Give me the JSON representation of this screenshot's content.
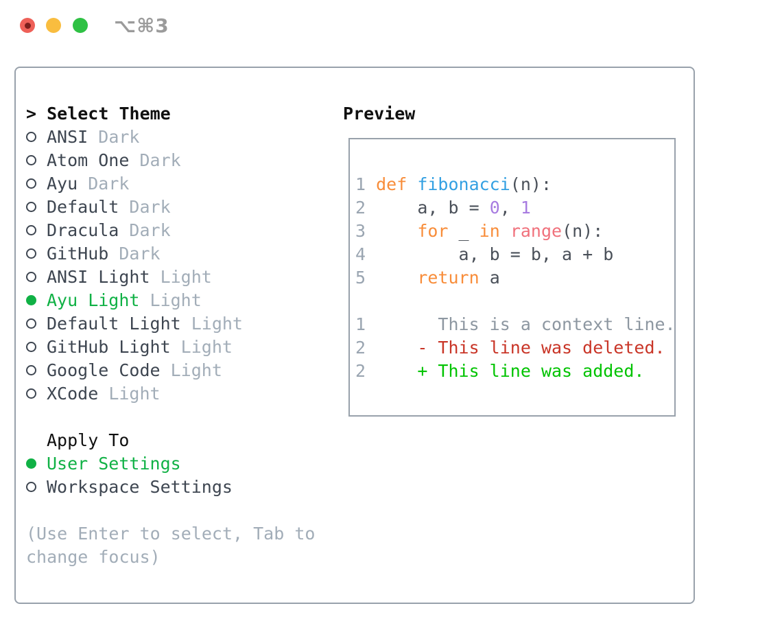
{
  "window": {
    "shortcut": "⌥⌘3"
  },
  "palette": {
    "heading_black": "#101010",
    "fg": "#3e4651",
    "code_fg": "#4a5059",
    "muted": "#a2adb8",
    "line_number": "#9aa5b1",
    "context_gray": "#8d97a1",
    "selection_green": "#10b145",
    "diff_added_green": "#00c300",
    "diff_deleted_red": "#c93527",
    "keyword_orange": "#f88d3a",
    "function_blue": "#33a0e2",
    "number_purple": "#a77be0",
    "builtin_coral": "#f0717c",
    "border_gray": "#98a1ab",
    "titlebar_text": "#9b9b9b",
    "traffic_red": "#ee6058",
    "traffic_red_dot": "#7c1f1c",
    "traffic_yellow": "#f9bd3f",
    "traffic_green": "#2fc144"
  },
  "theme_picker": {
    "rows": [
      {
        "name": "select-theme-header",
        "interactable": false,
        "tokens": [
          {
            "t": "> Select Theme",
            "c": "heading"
          }
        ]
      },
      {
        "name": "theme-option-ansi-dark",
        "interactable": true,
        "tokens": [
          {
            "i": "ring"
          },
          {
            "t": "ANSI ",
            "c": "fg"
          },
          {
            "t": "Dark",
            "c": "muted"
          }
        ]
      },
      {
        "name": "theme-option-atom-one-dark",
        "interactable": true,
        "tokens": [
          {
            "i": "ring"
          },
          {
            "t": "Atom One ",
            "c": "fg"
          },
          {
            "t": "Dark",
            "c": "muted"
          }
        ]
      },
      {
        "name": "theme-option-ayu-dark",
        "interactable": true,
        "tokens": [
          {
            "i": "ring"
          },
          {
            "t": "Ayu ",
            "c": "fg"
          },
          {
            "t": "Dark",
            "c": "muted"
          }
        ]
      },
      {
        "name": "theme-option-default-dark",
        "interactable": true,
        "tokens": [
          {
            "i": "ring"
          },
          {
            "t": "Default ",
            "c": "fg"
          },
          {
            "t": "Dark",
            "c": "muted"
          }
        ]
      },
      {
        "name": "theme-option-dracula-dark",
        "interactable": true,
        "tokens": [
          {
            "i": "ring"
          },
          {
            "t": "Dracula ",
            "c": "fg"
          },
          {
            "t": "Dark",
            "c": "muted"
          }
        ]
      },
      {
        "name": "theme-option-github-dark",
        "interactable": true,
        "tokens": [
          {
            "i": "ring"
          },
          {
            "t": "GitHub ",
            "c": "fg"
          },
          {
            "t": "Dark",
            "c": "muted"
          }
        ]
      },
      {
        "name": "theme-option-ansi-light",
        "interactable": true,
        "tokens": [
          {
            "i": "ring"
          },
          {
            "t": "ANSI Light ",
            "c": "fg"
          },
          {
            "t": "Light",
            "c": "muted"
          }
        ]
      },
      {
        "name": "theme-option-ayu-light",
        "interactable": true,
        "selected": true,
        "tokens": [
          {
            "i": "dot"
          },
          {
            "t": "Ayu Light ",
            "c": "green"
          },
          {
            "t": "Light",
            "c": "muted"
          }
        ]
      },
      {
        "name": "theme-option-default-light",
        "interactable": true,
        "tokens": [
          {
            "i": "ring"
          },
          {
            "t": "Default Light ",
            "c": "fg"
          },
          {
            "t": "Light",
            "c": "muted"
          }
        ]
      },
      {
        "name": "theme-option-github-light",
        "interactable": true,
        "tokens": [
          {
            "i": "ring"
          },
          {
            "t": "GitHub Light ",
            "c": "fg"
          },
          {
            "t": "Light",
            "c": "muted"
          }
        ]
      },
      {
        "name": "theme-option-google-code",
        "interactable": true,
        "tokens": [
          {
            "i": "ring"
          },
          {
            "t": "Google Code ",
            "c": "fg"
          },
          {
            "t": "Light",
            "c": "muted"
          }
        ]
      },
      {
        "name": "theme-option-xcode",
        "interactable": true,
        "tokens": [
          {
            "i": "ring"
          },
          {
            "t": "XCode ",
            "c": "fg"
          },
          {
            "t": "Light",
            "c": "muted"
          }
        ]
      },
      {
        "name": "spacer-row",
        "interactable": false,
        "tokens": []
      },
      {
        "name": "apply-to-header",
        "interactable": false,
        "tokens": [
          {
            "i": "none"
          },
          {
            "t": "Apply To",
            "c": "black"
          }
        ]
      },
      {
        "name": "apply-option-user-settings",
        "interactable": true,
        "selected": true,
        "tokens": [
          {
            "i": "dot"
          },
          {
            "t": "User Settings",
            "c": "green"
          }
        ]
      },
      {
        "name": "apply-option-workspace-settings",
        "interactable": true,
        "tokens": [
          {
            "i": "ring"
          },
          {
            "t": "Workspace Settings",
            "c": "fg"
          }
        ]
      },
      {
        "name": "spacer-row",
        "interactable": false,
        "tokens": []
      },
      {
        "name": "help-hint-line-1",
        "interactable": false,
        "tokens": [
          {
            "t": "(Use Enter to select, Tab to",
            "c": "muted"
          }
        ]
      },
      {
        "name": "help-hint-line-2",
        "interactable": false,
        "tokens": [
          {
            "t": "change focus)",
            "c": "muted"
          }
        ]
      }
    ]
  },
  "preview": {
    "heading": "Preview",
    "lines": [
      {
        "name": "preview-code-line-1",
        "interactable": false,
        "tokens": [
          {
            "t": "1 ",
            "c": "num"
          },
          {
            "t": "def ",
            "c": "kw"
          },
          {
            "t": "fibonacci",
            "c": "fn"
          },
          {
            "t": "(n):",
            "c": "code"
          }
        ]
      },
      {
        "name": "preview-code-line-2",
        "interactable": false,
        "tokens": [
          {
            "t": "2 ",
            "c": "num"
          },
          {
            "t": "    a, b = ",
            "c": "code"
          },
          {
            "t": "0",
            "c": "purple"
          },
          {
            "t": ", ",
            "c": "code"
          },
          {
            "t": "1",
            "c": "purple"
          }
        ]
      },
      {
        "name": "preview-code-line-3",
        "interactable": false,
        "tokens": [
          {
            "t": "3 ",
            "c": "num"
          },
          {
            "t": "    ",
            "c": "code"
          },
          {
            "t": "for",
            "c": "kw"
          },
          {
            "t": " _ ",
            "c": "code"
          },
          {
            "t": "in",
            "c": "kw"
          },
          {
            "t": " ",
            "c": "code"
          },
          {
            "t": "range",
            "c": "coral"
          },
          {
            "t": "(n):",
            "c": "code"
          }
        ]
      },
      {
        "name": "preview-code-line-4",
        "interactable": false,
        "tokens": [
          {
            "t": "4 ",
            "c": "num"
          },
          {
            "t": "        a, b = b, a + b",
            "c": "code"
          }
        ]
      },
      {
        "name": "preview-code-line-5",
        "interactable": false,
        "tokens": [
          {
            "t": "5 ",
            "c": "num"
          },
          {
            "t": "    ",
            "c": "code"
          },
          {
            "t": "return",
            "c": "kw"
          },
          {
            "t": " a",
            "c": "code"
          }
        ]
      },
      {
        "name": "spacer-row",
        "interactable": false,
        "tokens": []
      },
      {
        "name": "preview-context-line",
        "interactable": false,
        "tokens": [
          {
            "t": "1",
            "c": "num"
          },
          {
            "t": "       This is a context line.",
            "c": "ctx"
          }
        ]
      },
      {
        "name": "preview-deleted-line",
        "interactable": false,
        "tokens": [
          {
            "t": "2",
            "c": "num"
          },
          {
            "t": "     ",
            "c": "code"
          },
          {
            "t": "- This line was deleted.",
            "c": "del"
          }
        ]
      },
      {
        "name": "preview-added-line",
        "interactable": false,
        "tokens": [
          {
            "t": "2",
            "c": "num"
          },
          {
            "t": "     ",
            "c": "code"
          },
          {
            "t": "+ This line was added.",
            "c": "add"
          }
        ]
      }
    ]
  }
}
